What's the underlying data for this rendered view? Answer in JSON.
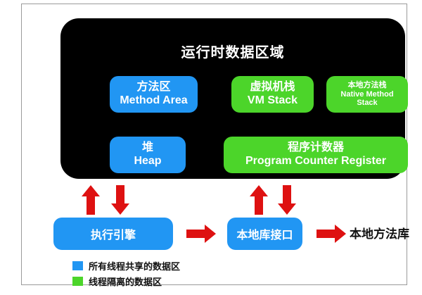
{
  "colors": {
    "blue": "#2196f3",
    "green": "#4cd52a",
    "red": "#de1111",
    "panel_bg": "#000000",
    "page_bg": "#ffffff",
    "frame_border": "#9a9a9a",
    "text_dark": "#111111",
    "text_light": "#ffffff"
  },
  "panel": {
    "title": "运行时数据区域",
    "boxes": [
      {
        "id": "method-area",
        "cn": "方法区",
        "en": "Method Area",
        "color": "#2196f3",
        "shared": true
      },
      {
        "id": "vm-stack",
        "cn": "虚拟机栈",
        "en": "VM Stack",
        "color": "#4cd52a",
        "shared": false
      },
      {
        "id": "native-method-stack",
        "cn": "本地方法栈",
        "en": "Native Method Stack",
        "en_line1": "Native Method",
        "en_line2": "Stack",
        "color": "#4cd52a",
        "shared": false
      },
      {
        "id": "heap",
        "cn": "堆",
        "en": "Heap",
        "color": "#2196f3",
        "shared": true
      },
      {
        "id": "pc-register",
        "cn": "程序计数器",
        "en": "Program Counter Register",
        "color": "#4cd52a",
        "shared": false
      }
    ]
  },
  "bottom": {
    "execution_engine": "执行引擎",
    "native_interface": "本地库接口",
    "native_library": "本地方法库"
  },
  "arrows": [
    {
      "id": "arrow-up-1",
      "direction": "up",
      "color": "#de1111"
    },
    {
      "id": "arrow-down-1",
      "direction": "down",
      "color": "#de1111"
    },
    {
      "id": "arrow-up-2",
      "direction": "up",
      "color": "#de1111"
    },
    {
      "id": "arrow-down-2",
      "direction": "down",
      "color": "#de1111"
    },
    {
      "id": "arrow-right-1",
      "direction": "right",
      "color": "#de1111"
    },
    {
      "id": "arrow-right-2",
      "direction": "right",
      "color": "#de1111"
    }
  ],
  "legend": {
    "items": [
      {
        "color": "#2196f3",
        "label": "所有线程共享的数据区"
      },
      {
        "color": "#4cd52a",
        "label": "线程隔离的数据区"
      }
    ]
  }
}
